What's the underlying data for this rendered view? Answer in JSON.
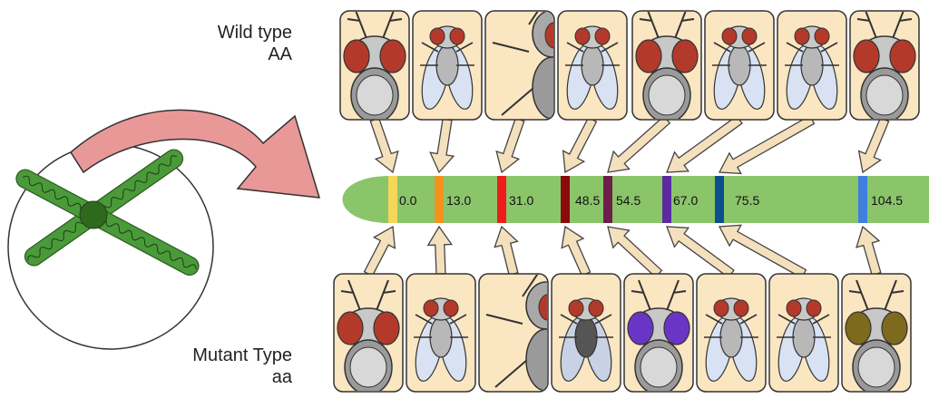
{
  "labels": {
    "wild_type": "Wild type",
    "wild_genotype": "AA",
    "mutant_type": "Mutant Type",
    "mutant_genotype": "aa"
  },
  "loci": [
    {
      "position": "0.0",
      "color": "#f7d65a"
    },
    {
      "position": "13.0",
      "color": "#f5921e"
    },
    {
      "position": "31.0",
      "color": "#ee1c1c"
    },
    {
      "position": "48.5",
      "color": "#8b0a0a"
    },
    {
      "position": "54.5",
      "color": "#6d1f4a"
    },
    {
      "position": "67.0",
      "color": "#5b2aa0"
    },
    {
      "position": "75.5",
      "color": "#0d4f8b"
    },
    {
      "position": "104.5",
      "color": "#3f7fe0"
    }
  ],
  "wild_flies": [
    {
      "view": "head",
      "eye": "#b33a2a"
    },
    {
      "view": "body",
      "eye": "#b33a2a"
    },
    {
      "view": "leg",
      "eye": "#b33a2a"
    },
    {
      "view": "body",
      "eye": "#b33a2a"
    },
    {
      "view": "head",
      "eye": "#b33a2a"
    },
    {
      "view": "body",
      "eye": "#b33a2a"
    },
    {
      "view": "body",
      "eye": "#b33a2a"
    },
    {
      "view": "head",
      "eye": "#b33a2a"
    }
  ],
  "mutant_flies": [
    {
      "view": "head",
      "eye": "#b33a2a"
    },
    {
      "view": "curly",
      "eye": "#b33a2a"
    },
    {
      "view": "leg",
      "eye": "#b33a2a"
    },
    {
      "view": "dark",
      "eye": "#b33a2a"
    },
    {
      "view": "head",
      "eye": "#6a35c7"
    },
    {
      "view": "body",
      "eye": "#b33a2a"
    },
    {
      "view": "body",
      "eye": "#b33a2a"
    },
    {
      "view": "head",
      "eye": "#7d6a1c"
    }
  ],
  "colors": {
    "chromosome": "#8bc56a",
    "card": "#fbe6c2",
    "arrow_fill": "#f5e0bd",
    "curved_arrow": "#e99898",
    "chromatid": "#4a9a3a",
    "centromere": "#2e6a1e"
  }
}
